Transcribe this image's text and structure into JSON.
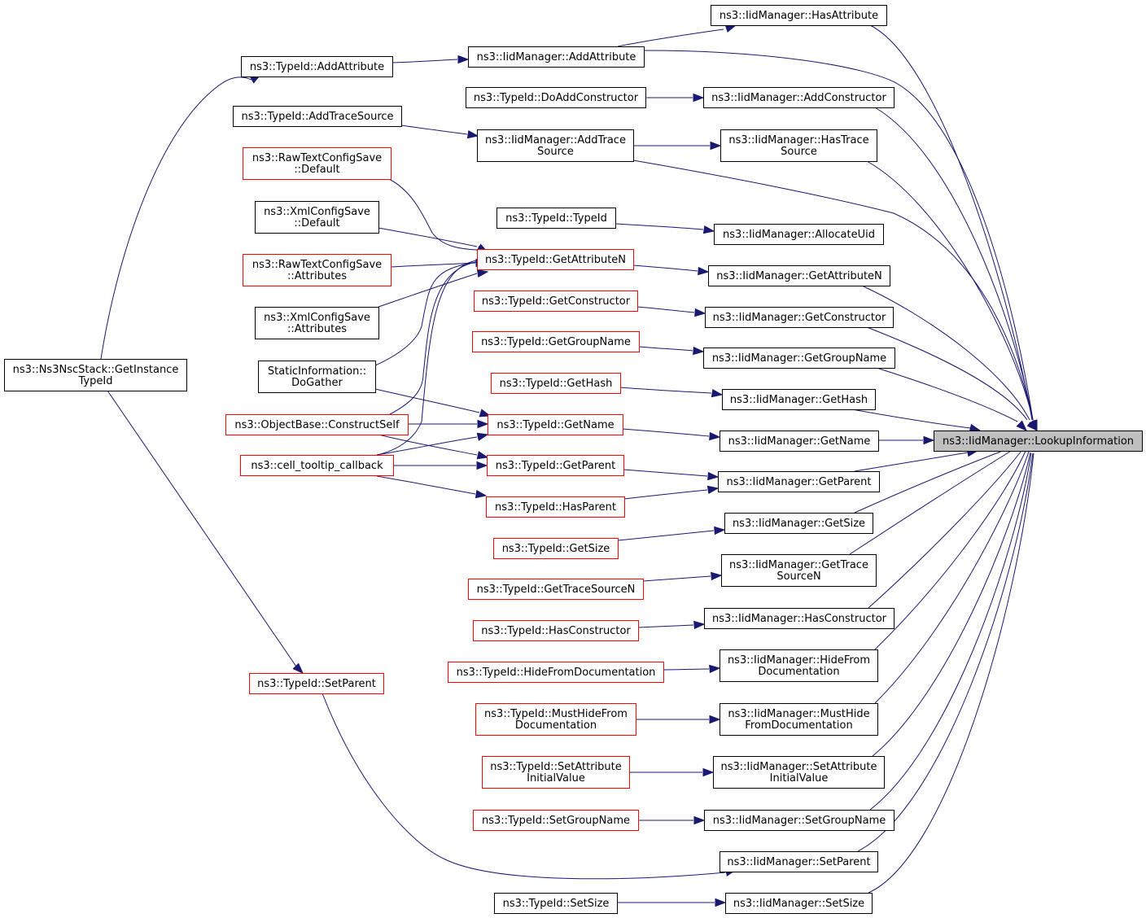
{
  "graph": {
    "edge_color": "#191970",
    "link_border_color": "#000000",
    "undocumented_border_color": "#ff0000",
    "focus_fill_color": "#bfbfbf",
    "focus": "lookupinfo",
    "nodes": [
      {
        "id": "lookupinfo",
        "lines": [
          "ns3::IidManager::LookupInformation"
        ],
        "style": "focus"
      },
      {
        "id": "iid_hasattr",
        "lines": [
          "ns3::IidManager::HasAttribute"
        ],
        "style": "black"
      },
      {
        "id": "iid_addattr",
        "lines": [
          "ns3::IidManager::AddAttribute"
        ],
        "style": "black"
      },
      {
        "id": "iid_addctor",
        "lines": [
          "ns3::IidManager::AddConstructor"
        ],
        "style": "black"
      },
      {
        "id": "iid_addtrace",
        "lines": [
          "ns3::IidManager::AddTrace",
          "Source"
        ],
        "style": "black"
      },
      {
        "id": "iid_hastrace",
        "lines": [
          "ns3::IidManager::HasTrace",
          "Source"
        ],
        "style": "black"
      },
      {
        "id": "iid_alloc",
        "lines": [
          "ns3::IidManager::AllocateUid"
        ],
        "style": "black"
      },
      {
        "id": "iid_getattrn",
        "lines": [
          "ns3::IidManager::GetAttributeN"
        ],
        "style": "black"
      },
      {
        "id": "iid_getctor",
        "lines": [
          "ns3::IidManager::GetConstructor"
        ],
        "style": "black"
      },
      {
        "id": "iid_getgroup",
        "lines": [
          "ns3::IidManager::GetGroupName"
        ],
        "style": "black"
      },
      {
        "id": "iid_gethash",
        "lines": [
          "ns3::IidManager::GetHash"
        ],
        "style": "black"
      },
      {
        "id": "iid_getname",
        "lines": [
          "ns3::IidManager::GetName"
        ],
        "style": "black"
      },
      {
        "id": "iid_getparent",
        "lines": [
          "ns3::IidManager::GetParent"
        ],
        "style": "black"
      },
      {
        "id": "iid_getsize",
        "lines": [
          "ns3::IidManager::GetSize"
        ],
        "style": "black"
      },
      {
        "id": "iid_gettracen",
        "lines": [
          "ns3::IidManager::GetTrace",
          "SourceN"
        ],
        "style": "black"
      },
      {
        "id": "iid_hasctor",
        "lines": [
          "ns3::IidManager::HasConstructor"
        ],
        "style": "black"
      },
      {
        "id": "iid_hide",
        "lines": [
          "ns3::IidManager::HideFrom",
          "Documentation"
        ],
        "style": "black"
      },
      {
        "id": "iid_musthide",
        "lines": [
          "ns3::IidManager::MustHide",
          "FromDocumentation"
        ],
        "style": "black"
      },
      {
        "id": "iid_setattrinit",
        "lines": [
          "ns3::IidManager::SetAttribute",
          "InitialValue"
        ],
        "style": "black"
      },
      {
        "id": "iid_setgroup",
        "lines": [
          "ns3::IidManager::SetGroupName"
        ],
        "style": "black"
      },
      {
        "id": "iid_setparent",
        "lines": [
          "ns3::IidManager::SetParent"
        ],
        "style": "black"
      },
      {
        "id": "iid_setsize",
        "lines": [
          "ns3::IidManager::SetSize"
        ],
        "style": "black"
      },
      {
        "id": "tid_addattr",
        "lines": [
          "ns3::TypeId::AddAttribute"
        ],
        "style": "black"
      },
      {
        "id": "tid_doaddctor",
        "lines": [
          "ns3::TypeId::DoAddConstructor"
        ],
        "style": "black"
      },
      {
        "id": "tid_addtrace",
        "lines": [
          "ns3::TypeId::AddTraceSource"
        ],
        "style": "black"
      },
      {
        "id": "tid_typeid",
        "lines": [
          "ns3::TypeId::TypeId"
        ],
        "style": "black"
      },
      {
        "id": "tid_getattrn",
        "lines": [
          "ns3::TypeId::GetAttributeN"
        ],
        "style": "red"
      },
      {
        "id": "tid_getctor",
        "lines": [
          "ns3::TypeId::GetConstructor"
        ],
        "style": "red"
      },
      {
        "id": "tid_getgroup",
        "lines": [
          "ns3::TypeId::GetGroupName"
        ],
        "style": "red"
      },
      {
        "id": "tid_gethash",
        "lines": [
          "ns3::TypeId::GetHash"
        ],
        "style": "red"
      },
      {
        "id": "tid_getname",
        "lines": [
          "ns3::TypeId::GetName"
        ],
        "style": "red"
      },
      {
        "id": "tid_getparent",
        "lines": [
          "ns3::TypeId::GetParent"
        ],
        "style": "red"
      },
      {
        "id": "tid_hasparent",
        "lines": [
          "ns3::TypeId::HasParent"
        ],
        "style": "red"
      },
      {
        "id": "tid_getsize",
        "lines": [
          "ns3::TypeId::GetSize"
        ],
        "style": "red"
      },
      {
        "id": "tid_gettracen",
        "lines": [
          "ns3::TypeId::GetTraceSourceN"
        ],
        "style": "red"
      },
      {
        "id": "tid_hasctor",
        "lines": [
          "ns3::TypeId::HasConstructor"
        ],
        "style": "red"
      },
      {
        "id": "tid_hide",
        "lines": [
          "ns3::TypeId::HideFromDocumentation"
        ],
        "style": "red"
      },
      {
        "id": "tid_musthide",
        "lines": [
          "ns3::TypeId::MustHideFrom",
          "Documentation"
        ],
        "style": "red"
      },
      {
        "id": "tid_setattrinit",
        "lines": [
          "ns3::TypeId::SetAttribute",
          "InitialValue"
        ],
        "style": "red"
      },
      {
        "id": "tid_setgroup",
        "lines": [
          "ns3::TypeId::SetGroupName"
        ],
        "style": "red"
      },
      {
        "id": "tid_setsize",
        "lines": [
          "ns3::TypeId::SetSize"
        ],
        "style": "black"
      },
      {
        "id": "rawdef",
        "lines": [
          "ns3::RawTextConfigSave",
          "::Default"
        ],
        "style": "red"
      },
      {
        "id": "xmldef",
        "lines": [
          "ns3::XmlConfigSave",
          "::Default"
        ],
        "style": "black"
      },
      {
        "id": "rawattr",
        "lines": [
          "ns3::RawTextConfigSave",
          "::Attributes"
        ],
        "style": "red"
      },
      {
        "id": "xmlattr",
        "lines": [
          "ns3::XmlConfigSave",
          "::Attributes"
        ],
        "style": "black"
      },
      {
        "id": "staticinfo",
        "lines": [
          "StaticInformation::",
          "DoGather"
        ],
        "style": "black"
      },
      {
        "id": "objbase",
        "lines": [
          "ns3::ObjectBase::ConstructSelf"
        ],
        "style": "red"
      },
      {
        "id": "celltip",
        "lines": [
          "ns3::cell_tooltip_callback"
        ],
        "style": "red"
      },
      {
        "id": "nsc",
        "lines": [
          "ns3::Ns3NscStack::GetInstance",
          "TypeId"
        ],
        "style": "black"
      },
      {
        "id": "tid_setparent",
        "lines": [
          "ns3::TypeId::SetParent"
        ],
        "style": "red"
      }
    ]
  }
}
